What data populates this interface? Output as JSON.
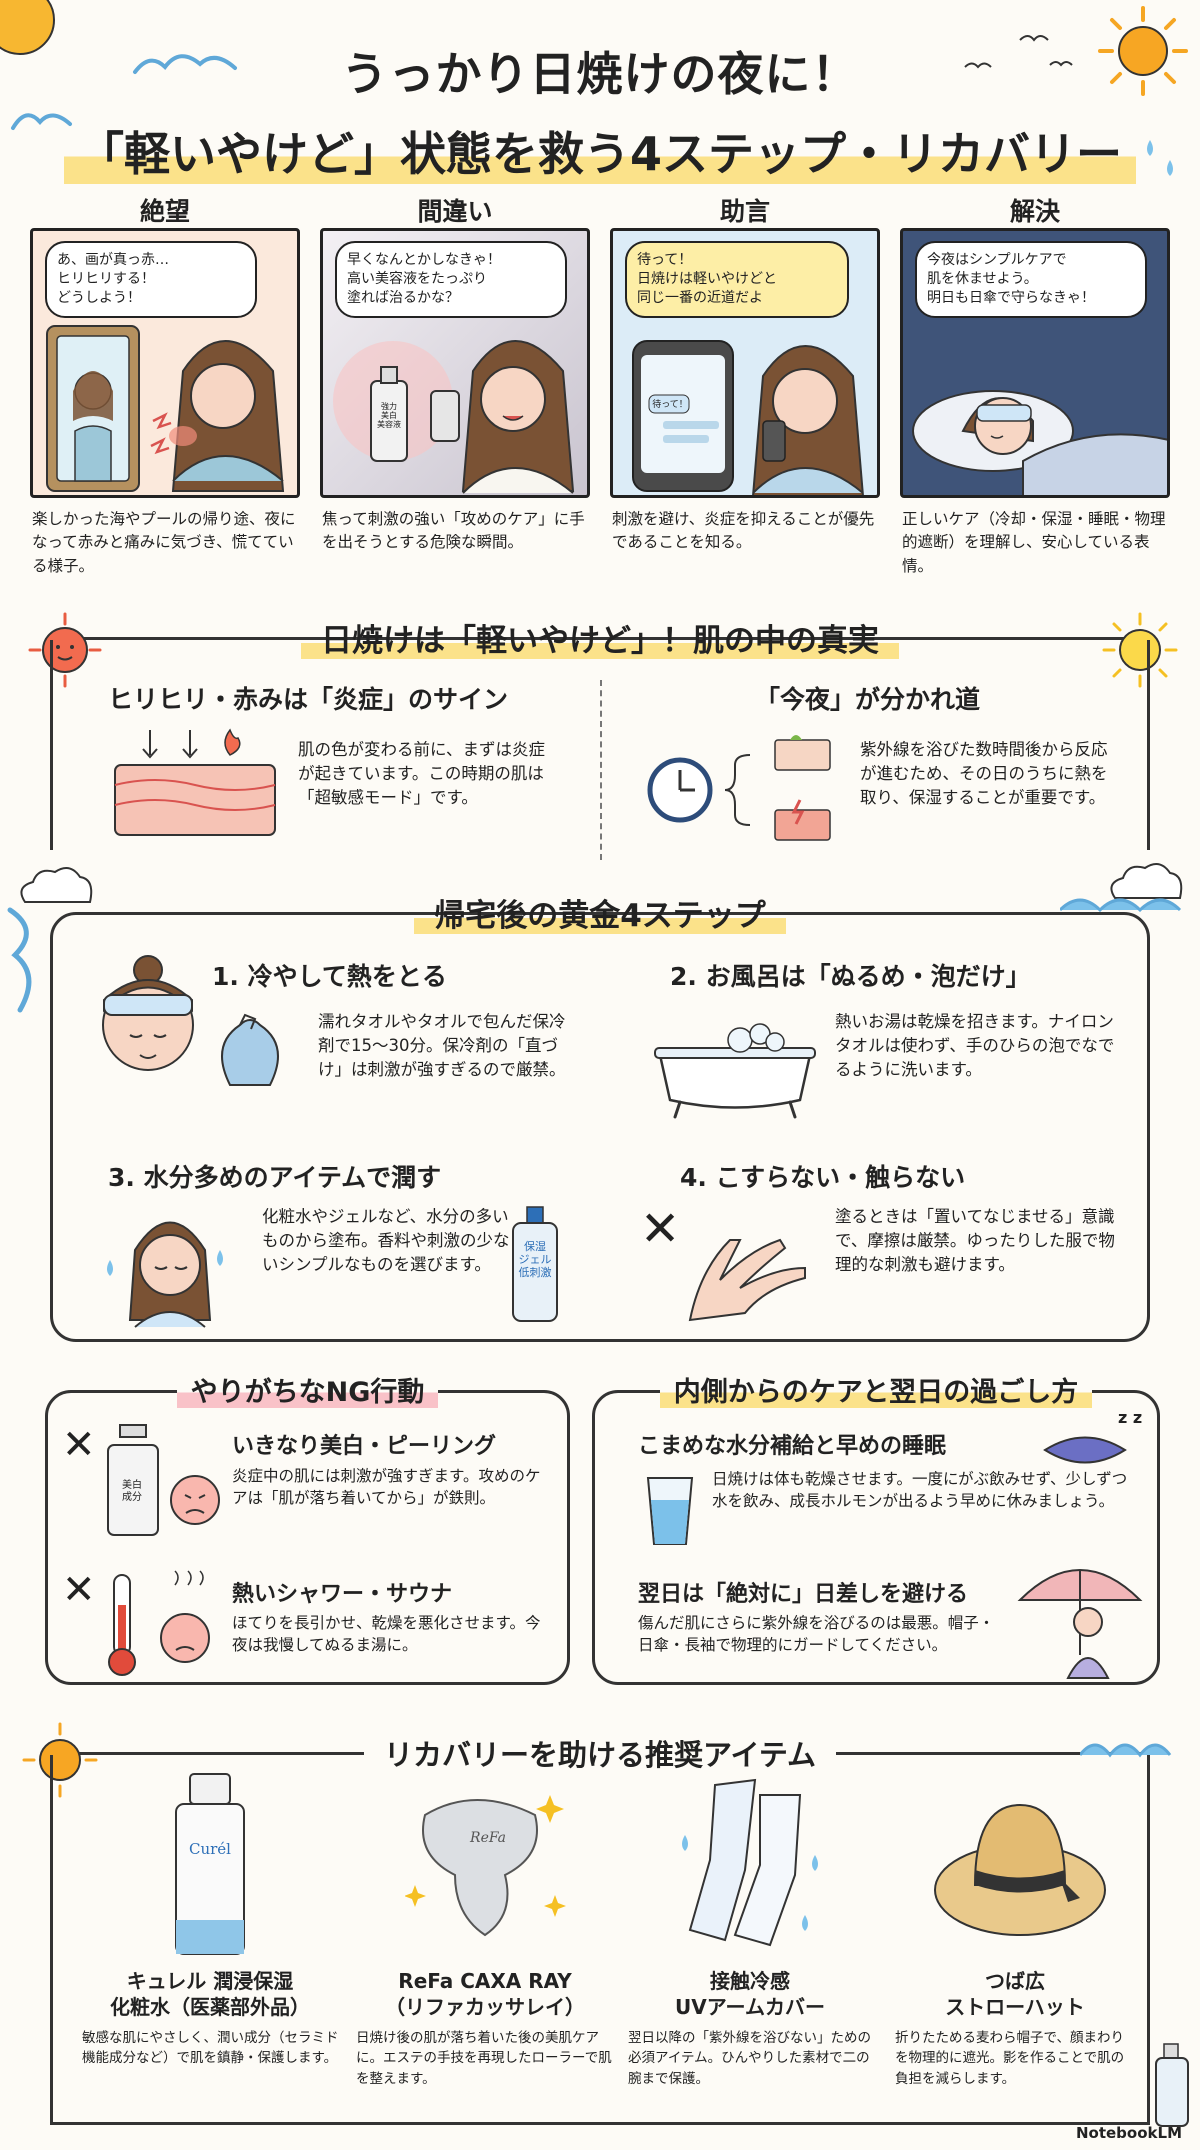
{
  "title": {
    "line1": "うっかり日焼けの夜に！",
    "line2": "「軽いやけど」状態を救う4ステップ・リカバリー"
  },
  "panels": [
    {
      "heading": "絶望",
      "bubble": "あ、画が真っ赤…\nヒリヒリする！\nどうしよう！",
      "caption": "楽しかった海やプールの帰り途、夜になって赤みと痛みに気づき、慌てている様子。"
    },
    {
      "heading": "間違い",
      "bubble": "早くなんとかしなきゃ！\n高い美容液をたっぷり\n塗れば治るかな？",
      "caption": "焦って刺激の強い「攻めのケア」に手を出そうとする危険な瞬間。",
      "bottle_label": "強力\n美白\n美容液"
    },
    {
      "heading": "助言",
      "bubble": "待って！\n日焼けは軽いやけどと\n同じ一番の近道だよ",
      "caption": "刺激を避け、炎症を抑えることが優先であることを知る。",
      "phone_text": "待って！"
    },
    {
      "heading": "解決",
      "bubble": "今夜はシンプルケアで\n肌を休ませよう。\n明日も日傘で守らなきゃ！",
      "caption": "正しいケア（冷却・保湿・睡眠・物理的遮断）を理解し、安心している表情。"
    }
  ],
  "truth": {
    "title": "日焼けは「軽いやけど」！肌の中の真実",
    "left": {
      "heading": "ヒリヒリ・赤みは「炎症」のサイン",
      "text": "肌の色が変わる前に、まずは炎症が起きています。この時期の肌は「超敏感モード」です。"
    },
    "right": {
      "heading": "「今夜」が分かれ道",
      "text": "紫外線を浴びた数時間後から反応が進むため、その日のうちに熱を取り、保湿することが重要です。"
    }
  },
  "steps": {
    "title": "帰宅後の黄金4ステップ",
    "items": [
      {
        "heading": "1. 冷やして熱をとる",
        "text": "濡れタオルやタオルで包んだ保冷剤で15〜30分。保冷剤の「直づけ」は刺激が強すぎるので厳禁。"
      },
      {
        "heading": "2. お風呂は「ぬるめ・泡だけ」",
        "text": "熱いお湯は乾燥を招きます。ナイロンタオルは使わず、手のひらの泡でなでるように洗います。"
      },
      {
        "heading": "3. 水分多めのアイテムで潤す",
        "text": "化粧水やジェルなど、水分の多いものから塗布。香料や刺激の少ないシンプルなものを選びます。",
        "bottle_label": "保湿\nジェル\n低刺激"
      },
      {
        "heading": "4. こすらない・触らない",
        "text": "塗るときは「置いてなじませる」意識で、摩擦は厳禁。ゆったりした服で物理的な刺激も避けます。"
      }
    ]
  },
  "ng": {
    "title": "やりがちなNG行動",
    "items": [
      {
        "heading": "いきなり美白・ピーリング",
        "text": "炎症中の肌には刺激が強すぎます。攻めのケアは「肌が落ち着いてから」が鉄則。",
        "bottle_label": "美白\n成分"
      },
      {
        "heading": "熱いシャワー・サウナ",
        "text": "ほてりを長引かせ、乾燥を悪化させます。今夜は我慢してぬるま湯に。"
      }
    ]
  },
  "inner": {
    "title": "内側からのケアと翌日の過ごし方",
    "items": [
      {
        "heading": "こまめな水分補給と早めの睡眠",
        "text": "日焼けは体も乾燥させます。一度にがぶ飲みせず、少しずつ水を飲み、成長ホルモンが出るよう早めに休みましょう。"
      },
      {
        "heading": "翌日は「絶対に」日差しを避ける",
        "text": "傷んだ肌にさらに紫外線を浴びるのは最悪。帽子・日傘・長袖で物理的にガードしてください。"
      }
    ],
    "zzz": "z z"
  },
  "items": {
    "title": "リカバリーを助ける推奨アイテム",
    "products": [
      {
        "name": "キュレル 潤浸保湿\n化粧水（医薬部外品）",
        "text": "敏感な肌にやさしく、潤い成分（セラミド機能成分など）で肌を鎮静・保護します。",
        "logo": "Curél"
      },
      {
        "name": "ReFa CAXA RAY\n（リファカッサレイ）",
        "text": "日焼け後の肌が落ち着いた後の美肌ケアに。エステの手技を再現したローラーで肌を整えます。",
        "logo": "ReFa"
      },
      {
        "name": "接触冷感\nUVアームカバー",
        "text": "翌日以降の「紫外線を浴びない」ための必須アイテム。ひんやりした素材で二の腕まで保護。"
      },
      {
        "name": "つば広\nストローハット",
        "text": "折りたためる麦わら帽子で、顔まわりを物理的に遮光。影を作ることで肌の負担を減らします。"
      }
    ]
  },
  "brand": "NotebookLM",
  "colors": {
    "highlight_yellow": "#fbe28a",
    "highlight_pink": "#f9c2c8",
    "sky": "#cfe6f7",
    "skin": "#f7d6c4",
    "hair": "#7a5234",
    "line": "#333333",
    "sun": "#f5a623"
  }
}
